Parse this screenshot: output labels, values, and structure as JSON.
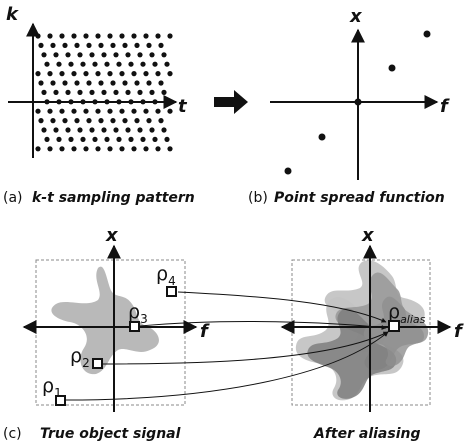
{
  "panel_a": {
    "tag": "(a)",
    "caption": "k-t sampling pattern",
    "y_axis_label": "k",
    "x_axis_label": "t"
  },
  "panel_b": {
    "tag": "(b)",
    "caption": "Point spread function",
    "y_axis_label": "x",
    "x_axis_label": "f"
  },
  "panel_c": {
    "tag": "(c)",
    "left_caption": "True object signal",
    "right_caption": "After aliasing",
    "left_y_axis_label": "x",
    "left_x_axis_label": "f",
    "right_y_axis_label": "x",
    "right_x_axis_label": "f",
    "points": [
      {
        "symbol": "ρ",
        "sub": "1"
      },
      {
        "symbol": "ρ",
        "sub": "2"
      },
      {
        "symbol": "ρ",
        "sub": "3"
      },
      {
        "symbol": "ρ",
        "sub": "4"
      }
    ],
    "alias_point": {
      "symbol": "ρ",
      "sub": "alias"
    }
  },
  "colors": {
    "ink": "#111111",
    "shape_fill": "#b9b9b9",
    "alias_light": "#c4c4c4",
    "alias_mid": "#9a9a9a",
    "alias_dark": "#7e7e7e",
    "frame": "#8a8a8a"
  }
}
